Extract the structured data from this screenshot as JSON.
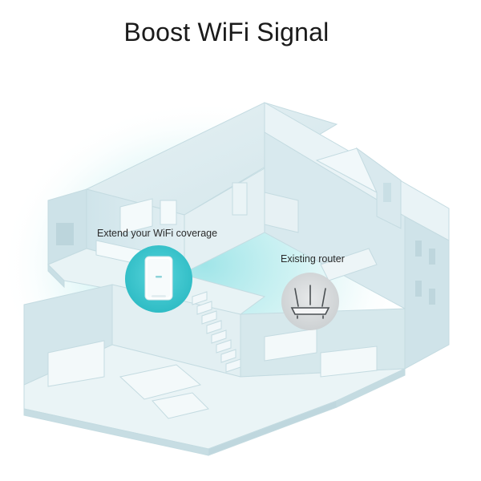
{
  "title": "Boost WiFi Signal",
  "labels": {
    "extender": "Extend your WiFi coverage",
    "router": "Existing router"
  },
  "colors": {
    "house_fill": "#dcebef",
    "house_light": "#eef6f8",
    "house_line": "#c4dbe1",
    "wifi_glow": "#8fe0e4",
    "extender_circle": "#3fc7cf",
    "router_circle": "#d5d8da",
    "title_text": "#1a1a1a"
  },
  "icons": {
    "extender": "wifi-extender-icon",
    "router": "wifi-router-icon"
  }
}
